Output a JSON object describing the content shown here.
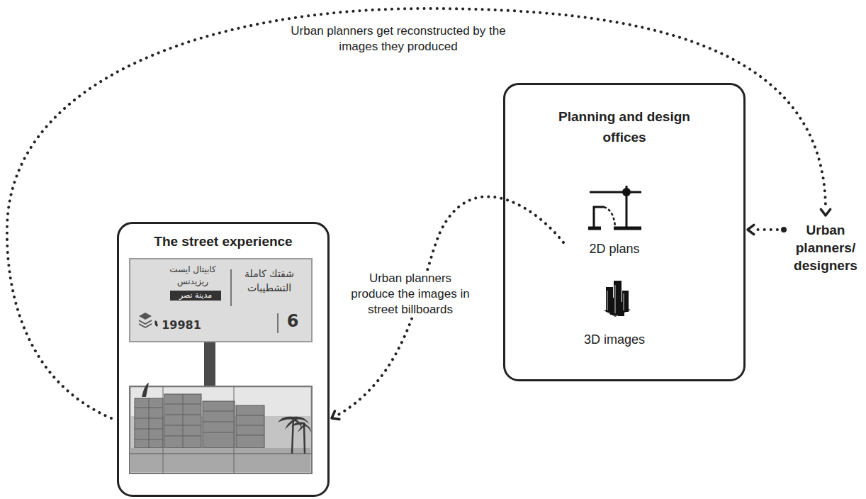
{
  "diagram": {
    "nodes": [
      {
        "text": [
          "The street experience"
        ]
      },
      {
        "text": [
          "Planning and design offices"
        ]
      },
      {
        "text": [
          "2D plans"
        ],
        "in": 1
      },
      {
        "text": [
          "3D images"
        ],
        "in": 1
      },
      {
        "text": [
          "Urban planners/ designers"
        ]
      }
    ],
    "edges": [
      {
        "from": 4,
        "to": 1,
        "arrow": "to"
      },
      {
        "from": 2,
        "to": 0,
        "label": "Urban planners produce the images in street billboards",
        "arrow": "to"
      },
      {
        "from": 0,
        "to": 4,
        "label": "Urban planners get reconstructed by the images they produced",
        "arrow": "to"
      }
    ],
    "labels": [
      "كابيتال ايست",
      "ريزيدنس",
      "مدينة نصر",
      "شقتك كاملة التشطيبات",
      "19981",
      "6"
    ]
  }
}
